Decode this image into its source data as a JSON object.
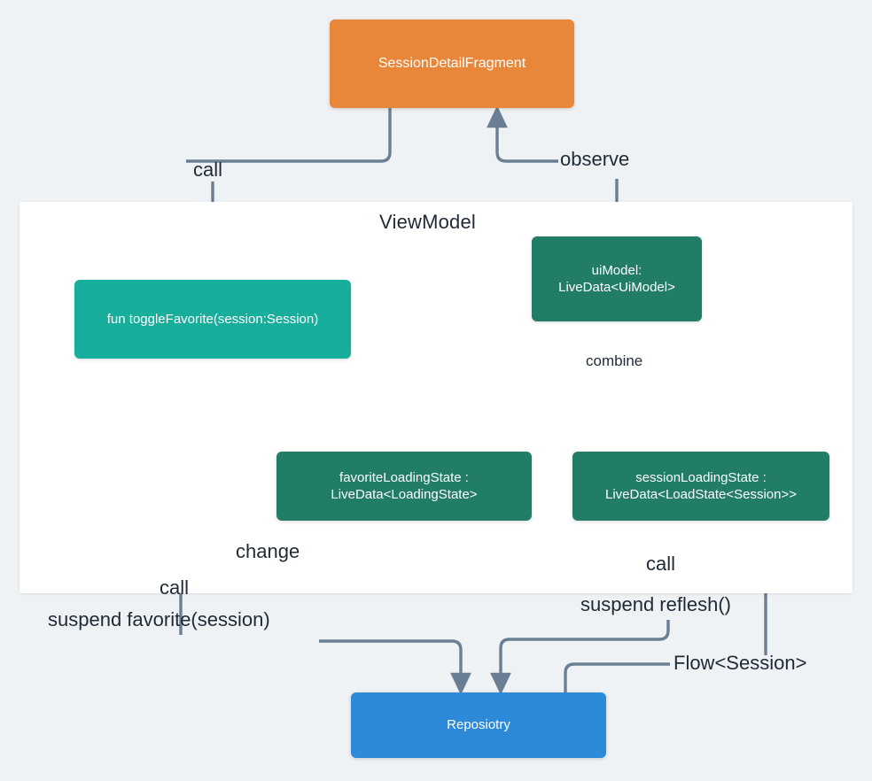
{
  "diagram": {
    "title": "SessionDetailFragment ViewModel Repository data flow",
    "background_color": "#eff2f5"
  },
  "containers": [
    {
      "id": "viewmodel-lane",
      "label": "ViewModel",
      "color": "#ffffff"
    }
  ],
  "nodes": {
    "fragment": {
      "label": "SessionDetailFragment",
      "color": "#e8873a"
    },
    "toggle_favorite": {
      "label": "fun toggleFavorite(session:Session)",
      "color": "#18ae9c"
    },
    "ui_model": {
      "line1": "uiModel:",
      "line2": "LiveData<UiModel>",
      "color": "#217c68"
    },
    "favorite_loading_state": {
      "line1": "favoriteLoadingState :",
      "line2": "LiveData<LoadingState>",
      "color": "#217c68"
    },
    "session_loading_state": {
      "line1": "sessionLoadingState :",
      "line2": "LiveData<LoadState<Session>>",
      "color": "#217c68"
    },
    "repository": {
      "label": "Reposiotry",
      "color": "#2d8ad9"
    }
  },
  "edges": [
    {
      "id": "fragment-call-toggle",
      "label": "call",
      "from": "fragment",
      "to": "toggle_favorite"
    },
    {
      "id": "uimodel-observe-fragment",
      "label": "observe",
      "from": "ui_model",
      "to": "fragment"
    },
    {
      "id": "loadingstates-combine-uimodel",
      "label": "combine",
      "from": "favorite_loading_state,session_loading_state",
      "to": "ui_model"
    },
    {
      "id": "toggle-change-favoritestate",
      "label": "change",
      "from": "toggle_favorite",
      "to": "favorite_loading_state"
    },
    {
      "id": "repo-call-toggle",
      "label": "call",
      "from": "repository",
      "to": "toggle_favorite"
    },
    {
      "id": "toggle-suspend-favorite-repo",
      "label": "suspend favorite(session)",
      "from": "toggle_favorite",
      "to": "repository"
    },
    {
      "id": "repo-call-sessionstate",
      "label": "call",
      "from": "repository",
      "to": "session_loading_state"
    },
    {
      "id": "suspend-reflesh-repo",
      "label": "suspend reflesh()",
      "from": "session_loading_state",
      "to": "repository"
    },
    {
      "id": "repo-flow-sessionstate",
      "label": "Flow<Session>",
      "from": "repository",
      "to": "session_loading_state"
    }
  ],
  "colors": {
    "edge": "#6b7f94",
    "text": "#1f2a37",
    "node_text": "#ffffff"
  }
}
